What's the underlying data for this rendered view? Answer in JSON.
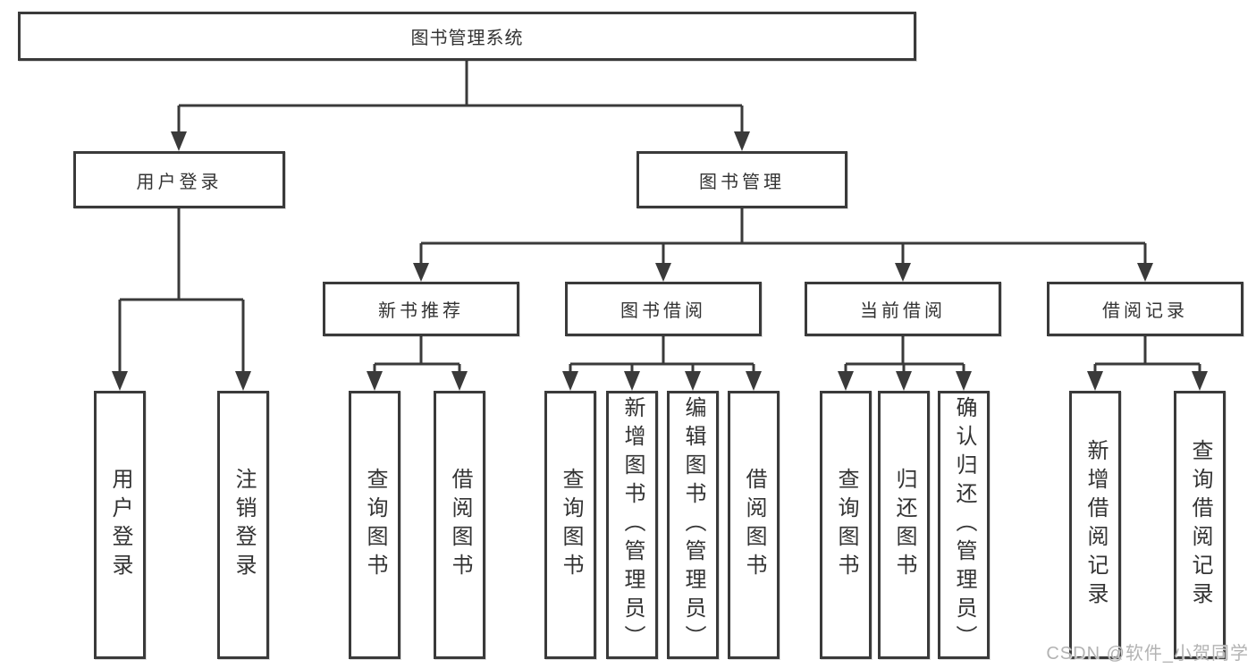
{
  "diagram": {
    "root": {
      "label": "图书管理系统"
    },
    "branches": [
      {
        "label": "用户登录",
        "children": [
          {
            "label": "用户登录"
          },
          {
            "label": "注销登录"
          }
        ]
      },
      {
        "label": "图书管理",
        "children": [
          {
            "label": "新书推荐",
            "children": [
              {
                "label": "查询图书"
              },
              {
                "label": "借阅图书"
              }
            ]
          },
          {
            "label": "图书借阅",
            "children": [
              {
                "label": "查询图书"
              },
              {
                "label": "新增图书（管理员）"
              },
              {
                "label": "编辑图书（管理员）"
              },
              {
                "label": "借阅图书"
              }
            ]
          },
          {
            "label": "当前借阅",
            "children": [
              {
                "label": "查询图书"
              },
              {
                "label": "归还图书"
              },
              {
                "label": "确认归还（管理员）"
              }
            ]
          },
          {
            "label": "借阅记录",
            "children": [
              {
                "label": "新增借阅记录"
              },
              {
                "label": "查询借阅记录"
              }
            ]
          }
        ]
      }
    ],
    "line_color": "#3a3a3a"
  },
  "watermark": {
    "text": "CSDN @软件_小贺同学"
  }
}
